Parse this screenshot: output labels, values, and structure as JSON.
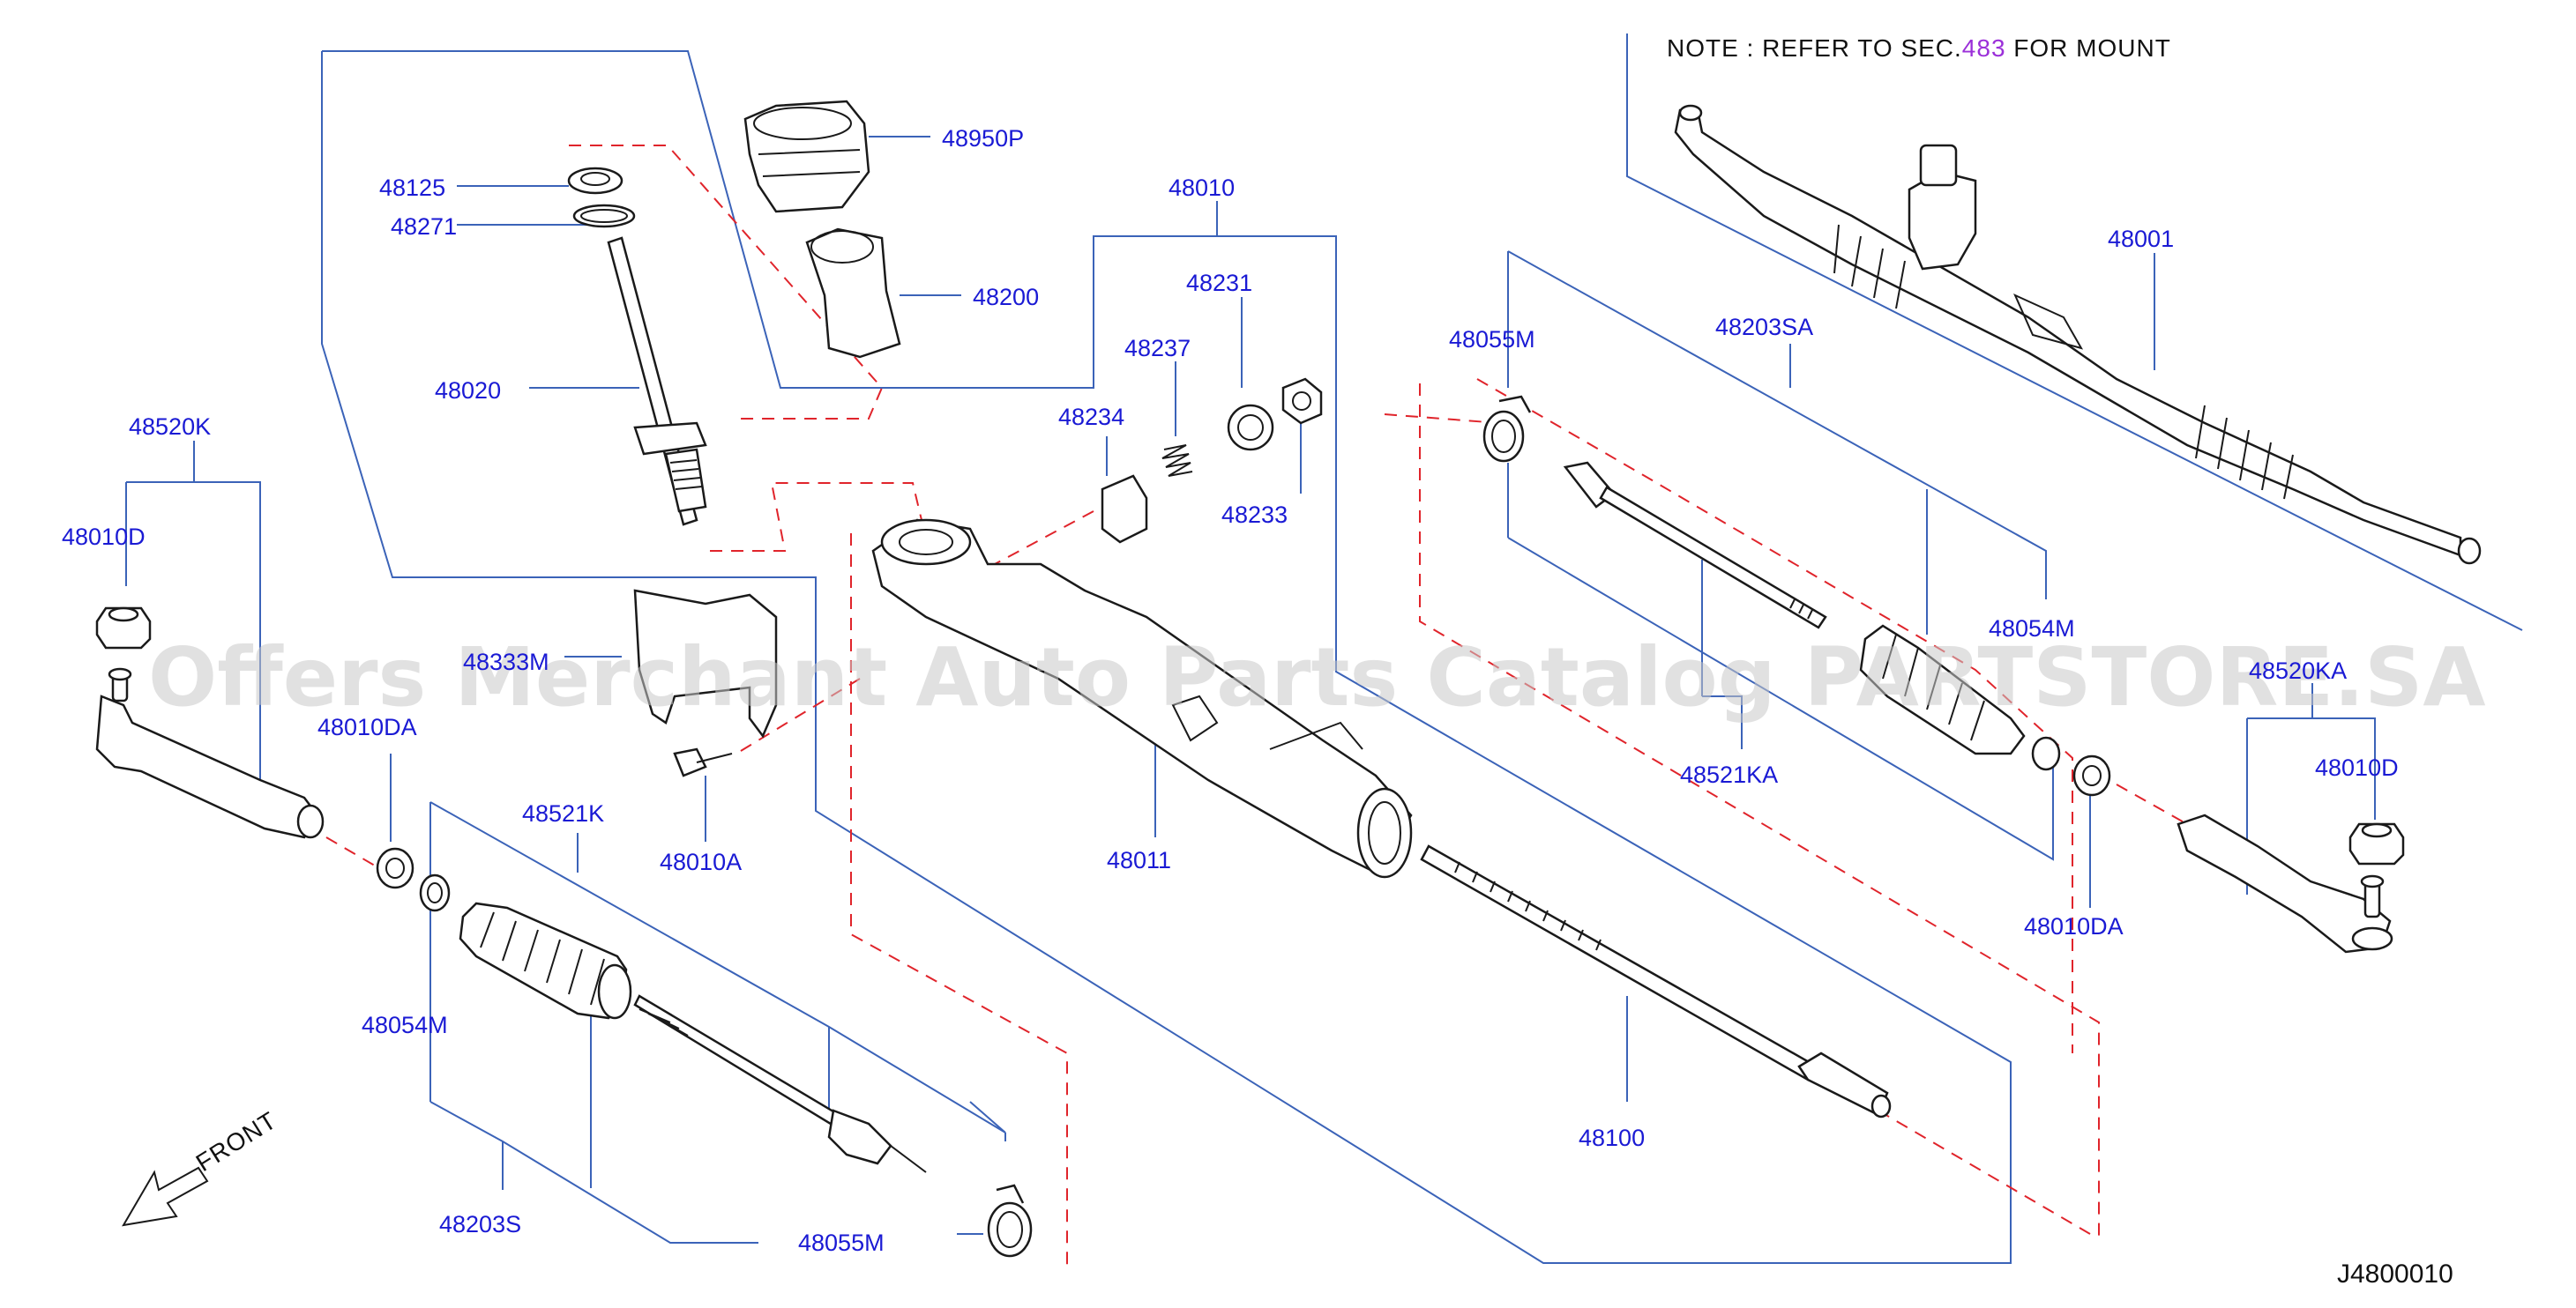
{
  "note": {
    "prefix": "NOTE  :  REFER  TO  SEC.",
    "section": "483",
    "suffix": " FOR   MOUNT",
    "section_color": "#9b30d9"
  },
  "watermark": "Offers Merchant Auto Parts Catalog PARTSTORE.SA",
  "diagram_ref": "J4800010",
  "front_label": "FRONT",
  "colors": {
    "label": "#1a1ad4",
    "leader": "#3b63b8",
    "dashed": "#e0242b",
    "part": "#1a1a1a"
  },
  "labels": {
    "p48125": "48125",
    "p48271": "48271",
    "p48020": "48020",
    "p48950P": "48950P",
    "p48200": "48200",
    "p48010": "48010",
    "p48231": "48231",
    "p48237": "48237",
    "p48234": "48234",
    "p48233": "48233",
    "p48520K": "48520K",
    "p48010D_l": "48010D",
    "p48010DA_l": "48010DA",
    "p48333M": "48333M",
    "p48010A": "48010A",
    "p48521K": "48521K",
    "p48011": "48011",
    "p48054M_l": "48054M",
    "p48203S": "48203S",
    "p48055M_l": "48055M",
    "p48001": "48001",
    "p48055M_r": "48055M",
    "p48203SA": "48203SA",
    "p48054M_r": "48054M",
    "p48521KA": "48521KA",
    "p48520KA": "48520KA",
    "p48010D_r": "48010D",
    "p48010DA_r": "48010DA",
    "p48100": "48100"
  }
}
